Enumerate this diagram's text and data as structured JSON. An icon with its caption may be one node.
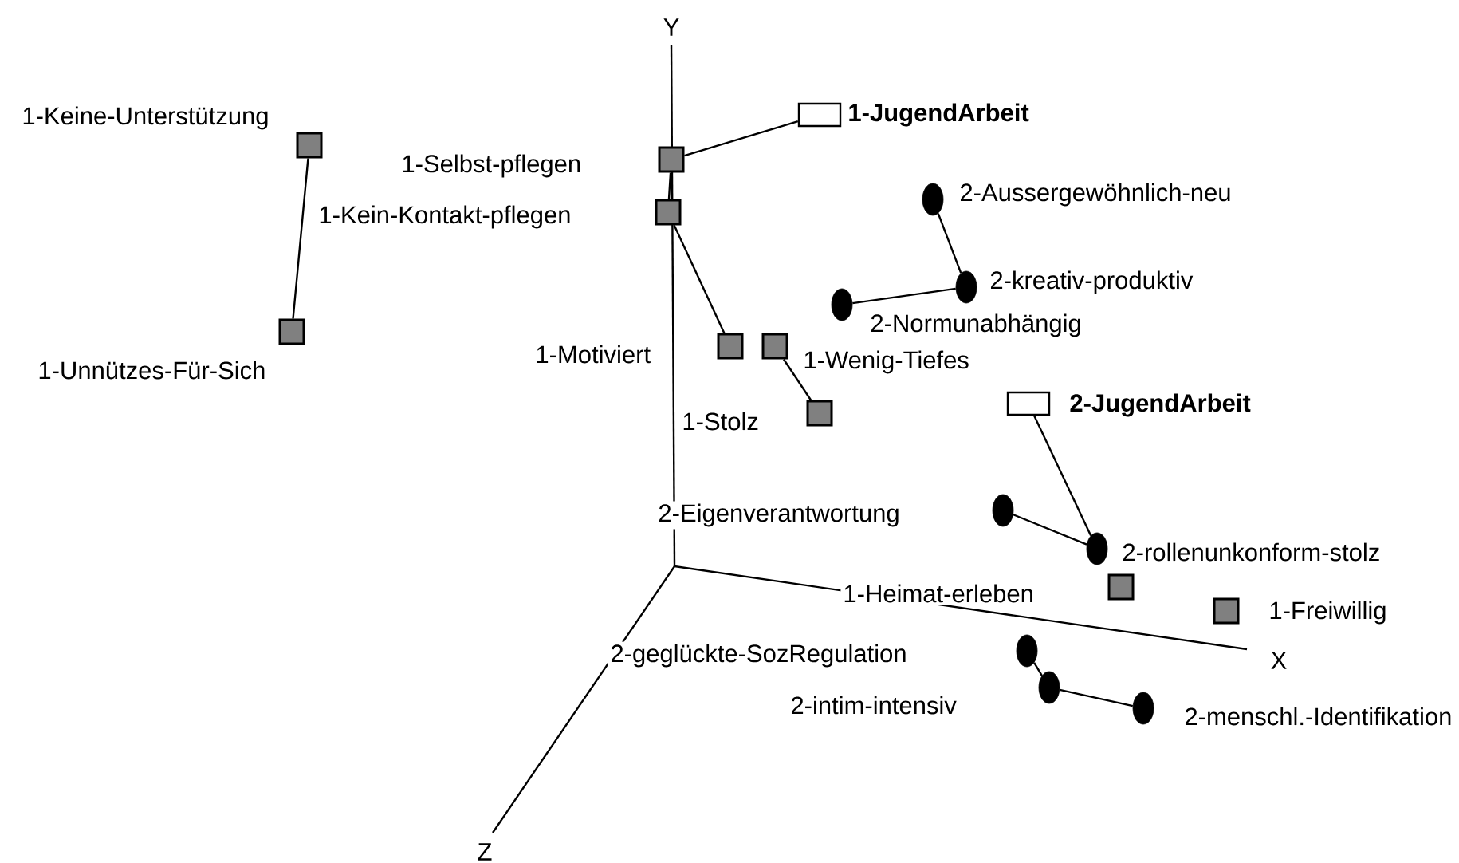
{
  "diagram": {
    "nodes": [
      {
        "text": [],
        "shape": "box"
      },
      {
        "text": [],
        "shape": "box"
      },
      {
        "text": [],
        "shape": "box"
      },
      {
        "text": [],
        "shape": "box"
      },
      {
        "text": [],
        "shape": "box"
      },
      {
        "text": [],
        "shape": "box"
      },
      {
        "text": [],
        "shape": "box"
      },
      {
        "text": [],
        "shape": "box"
      },
      {
        "text": [],
        "shape": "box"
      },
      {
        "text": [],
        "shape": "box"
      },
      {
        "text": [],
        "shape": "box"
      },
      {
        "text": [],
        "shape": "circle"
      },
      {
        "text": [],
        "shape": "circle"
      },
      {
        "text": [],
        "shape": "circle"
      },
      {
        "text": [],
        "shape": "circle"
      },
      {
        "text": [],
        "shape": "circle"
      },
      {
        "text": [],
        "shape": "circle"
      },
      {
        "text": [],
        "shape": "circle"
      },
      {
        "text": [],
        "shape": "circle"
      }
    ],
    "edges": [
      {
        "from": 0,
        "to": 1,
        "arrow": "none"
      },
      {
        "from": 2,
        "to": 9,
        "arrow": "none"
      },
      {
        "from": 2,
        "to": 3,
        "arrow": "none"
      },
      {
        "from": 3,
        "to": 4,
        "arrow": "none"
      },
      {
        "from": 5,
        "to": 6,
        "arrow": "none"
      },
      {
        "from": 11,
        "to": 12,
        "arrow": "none"
      },
      {
        "from": 12,
        "to": 13,
        "arrow": "none"
      },
      {
        "from": 10,
        "to": 15,
        "arrow": "none"
      },
      {
        "from": 14,
        "to": 15,
        "arrow": "none"
      },
      {
        "from": 16,
        "to": 17,
        "arrow": "none"
      },
      {
        "from": 17,
        "to": 18,
        "arrow": "none"
      }
    ],
    "labels": [
      "Y",
      "1-Keine-Unterstützung",
      "1-JugendArbeit",
      "1-Selbst-pflegen",
      "1-Kein-Kontakt-pflegen",
      "2-Aussergewöhnlich-neu",
      "2-kreativ-produktiv",
      "2-Normunabhängig",
      "1-Unnützes-Für-Sich",
      "1-Motiviert",
      "1-Wenig-Tiefes",
      "1-Stolz",
      "2-JugendArbeit",
      "2-Eigenverantwortung",
      "2-rollenunkonform-stolz",
      "1-Heimat-erleben",
      "1-Freiwillig",
      "2-geglückte-SozRegulation",
      "X",
      "2-intim-intensiv",
      "2-menschl.-Identifikation",
      "Z"
    ]
  }
}
